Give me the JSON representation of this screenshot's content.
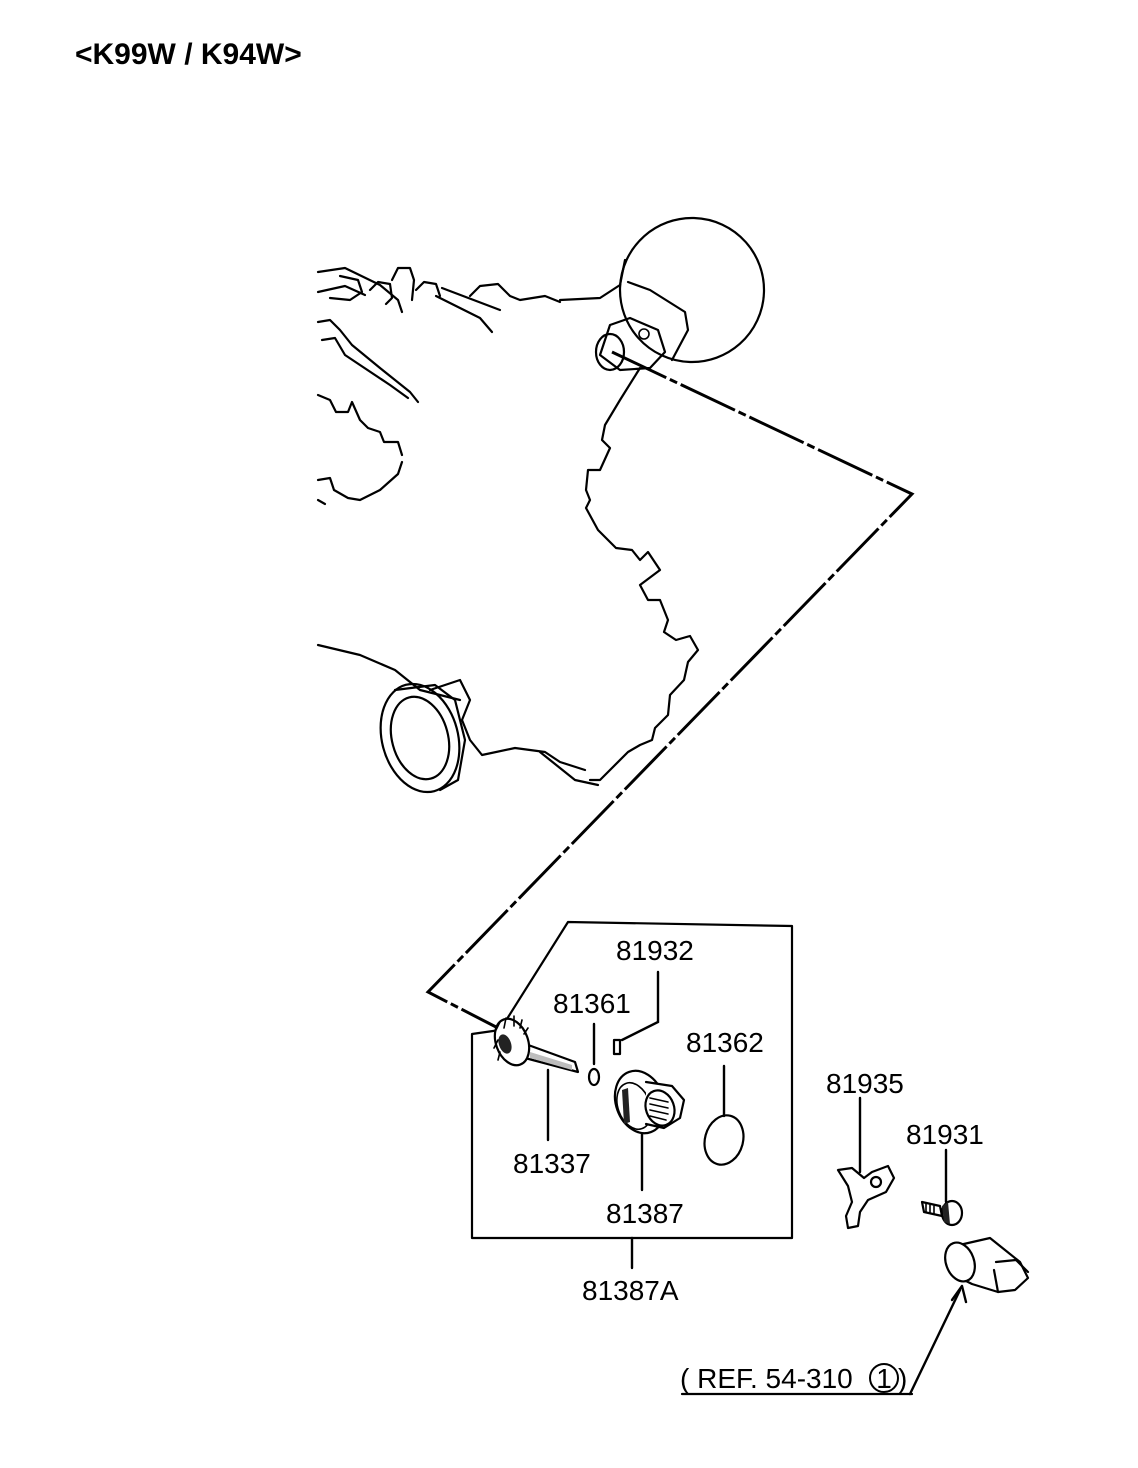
{
  "title": "<K99W / K94W>",
  "part_labels": {
    "p81932": "81932",
    "p81361": "81361",
    "p81362": "81362",
    "p81337": "81337",
    "p81387": "81387",
    "p81387A": "81387A",
    "p81935": "81935",
    "p81931": "81931"
  },
  "reference": {
    "prefix": "( REF. 54-310",
    "circled_number": "1",
    "suffix": ")"
  }
}
